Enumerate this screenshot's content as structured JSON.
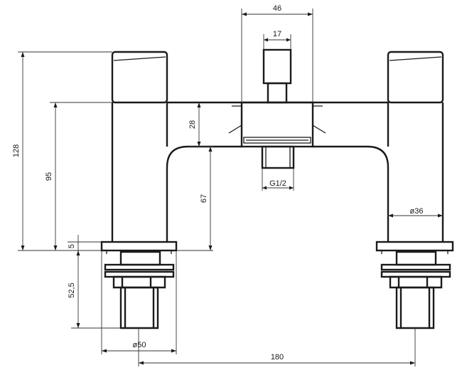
{
  "dimensions": {
    "top_width": "46",
    "spout_width": "17",
    "height_total": "128",
    "height_body": "95",
    "height_upper": "28",
    "height_under": "67",
    "washer": "5",
    "tail_length": "52,5",
    "thread": "G1/2",
    "body_diameter": "ø36",
    "base_diameter": "ø50",
    "centres": "180"
  },
  "colors": {
    "line": "#1a1a1a",
    "background": "#ffffff"
  }
}
